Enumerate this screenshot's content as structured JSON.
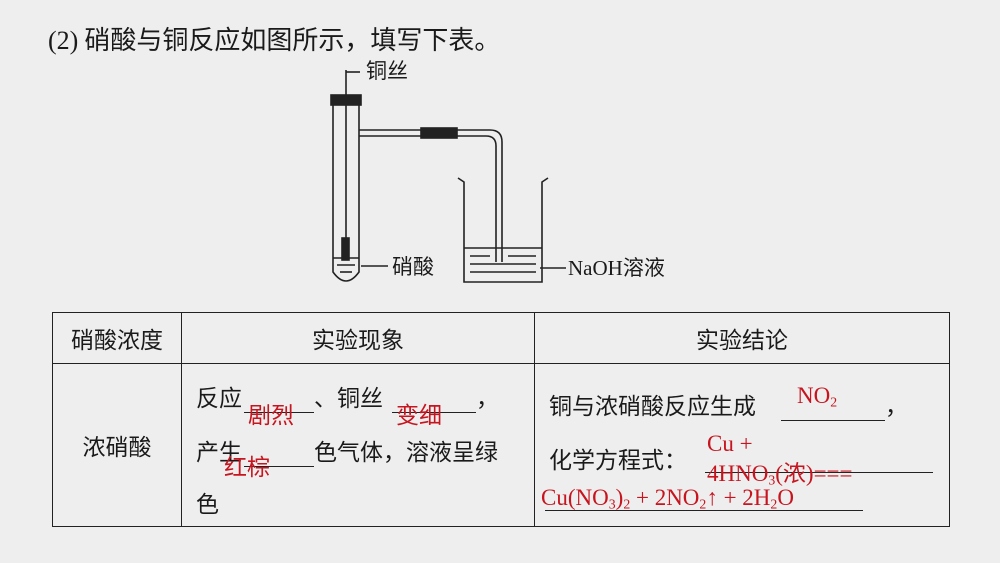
{
  "heading": {
    "number": "(2)",
    "text": "硝酸与铜反应如图所示，填写下表。"
  },
  "diagram": {
    "label_copper_wire": "铜丝",
    "label_nitric_acid": "硝酸",
    "label_naoh": "NaOH溶液"
  },
  "table": {
    "headers": [
      "硝酸浓度",
      "实验现象",
      "实验结论"
    ],
    "row": {
      "concentration": "浓硝酸",
      "phenomenon": {
        "t1": "反应",
        "t2": "、铜丝",
        "t3": "，",
        "t4": "产生",
        "t5": "色气体，溶液呈绿",
        "t6": "色",
        "ans1": "剧烈",
        "ans2": "变细",
        "ans3": "红棕"
      },
      "conclusion": {
        "t1": "铜与浓硝酸反应生成",
        "t2": "，",
        "t3": "化学方程式：",
        "ans_product": "NO",
        "ans_product_sub": "2",
        "eq_line1": "Cu  +",
        "eq_line2_a": "4HNO",
        "eq_line2_sub": "3",
        "eq_line2_b": "(浓)===",
        "eq_line3_a": "Cu(NO",
        "eq_line3_sub1": "3",
        "eq_line3_b": ")",
        "eq_line3_sub2": "2",
        "eq_line3_c": " + 2NO",
        "eq_line3_sub3": "2",
        "eq_line3_d": "↑ + 2H",
        "eq_line3_sub4": "2",
        "eq_line3_e": "O"
      }
    }
  }
}
